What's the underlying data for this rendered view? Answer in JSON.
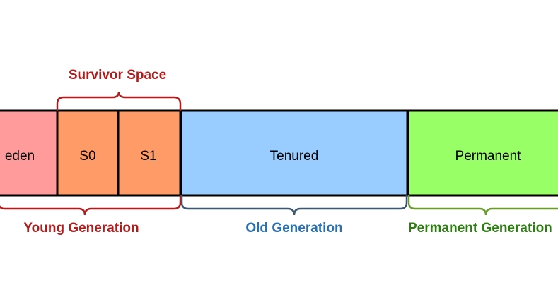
{
  "diagram": {
    "segments": [
      {
        "id": "eden",
        "label": "eden",
        "color": "#ff9b9b"
      },
      {
        "id": "s0",
        "label": "S0",
        "color": "#ff9b66"
      },
      {
        "id": "s1",
        "label": "S1",
        "color": "#ff9b66"
      },
      {
        "id": "tenured",
        "label": "Tenured",
        "color": "#99ccff"
      },
      {
        "id": "permanent",
        "label": "Permanent",
        "color": "#99ff66"
      }
    ],
    "brackets": {
      "survivor_space": {
        "label": "Survivor Space",
        "color": "#b01c1c"
      },
      "young_generation": {
        "label": "Young Generation",
        "color": "#b01c1c"
      },
      "old_generation": {
        "label": "Old Generation",
        "color": "#2a6fb2"
      },
      "permanent_generation": {
        "label": "Permanent Generation",
        "color": "#2e7d12"
      }
    },
    "bracket_line_colors": {
      "young": "#b01c1c",
      "old": "#3d5770",
      "permanent": "#6a9a2a"
    }
  }
}
